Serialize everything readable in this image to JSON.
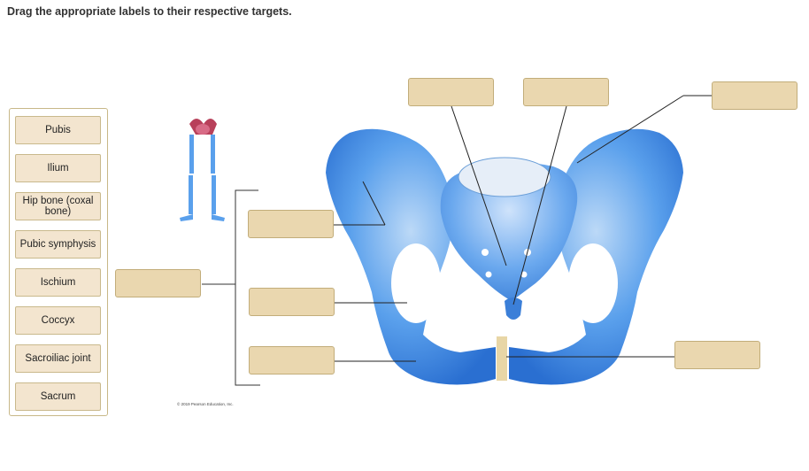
{
  "instruction": "Drag the appropriate labels to their respective targets.",
  "label_bank": [
    {
      "label": "Pubis"
    },
    {
      "label": "Ilium"
    },
    {
      "label": "Hip bone (coxal bone)"
    },
    {
      "label": "Pubic symphysis"
    },
    {
      "label": "Ischium"
    },
    {
      "label": "Coccyx"
    },
    {
      "label": "Sacroiliac joint"
    },
    {
      "label": "Sacrum"
    }
  ],
  "credit": "© 2019 Pearson Education, Inc.",
  "colors": {
    "bone": "#4a90e8",
    "target_fill": "#ead7af",
    "tile_fill": "#f3e5cf",
    "symphysis": "#e8d6a6"
  },
  "icons": {
    "skeleton_thumbnail": "lower-limb-skeleton-thumbnail"
  }
}
